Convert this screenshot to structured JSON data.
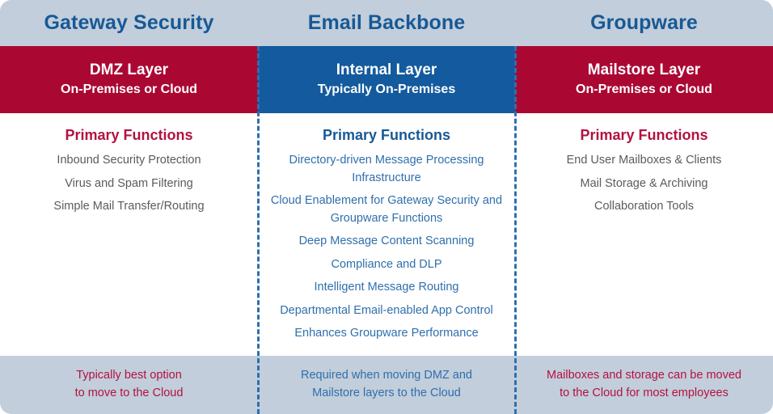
{
  "columns": [
    {
      "title": "Gateway Security",
      "layer_name": "DMZ Layer",
      "layer_sub": "On-Premises or Cloud",
      "functions_heading": "Primary Functions",
      "functions": [
        "Inbound Security Protection",
        "Virus and Spam Filtering",
        "Simple Mail Transfer/Routing"
      ],
      "summary": "Typically best option to move to the Cloud",
      "summary_line1": "Typically best option",
      "summary_line2": "to move to the Cloud"
    },
    {
      "title": "Email Backbone",
      "layer_name": "Internal Layer",
      "layer_sub": "Typically On-Premises",
      "functions_heading": "Primary Functions",
      "functions": [
        "Directory-driven Message Processing Infrastructure",
        "Cloud Enablement for Gateway Security and Groupware Functions",
        "Deep Message Content Scanning",
        "Compliance and DLP",
        "Intelligent Message Routing",
        "Departmental Email-enabled App Control",
        "Enhances Groupware Performance"
      ],
      "summary": "Required when moving DMZ and Mailstore layers to the Cloud",
      "summary_line1": "Required when moving DMZ and",
      "summary_line2": "Mailstore layers to the Cloud"
    },
    {
      "title": "Groupware",
      "layer_name": "Mailstore Layer",
      "layer_sub": "On-Premises or Cloud",
      "functions_heading": "Primary Functions",
      "functions": [
        "End User Mailboxes & Clients",
        "Mail Storage & Archiving",
        "Collaboration Tools"
      ],
      "summary": "Mailboxes and storage can be moved to the Cloud for most employees",
      "summary_line1": "Mailboxes and storage can be moved",
      "summary_line2": "to the Cloud for most employees"
    }
  ],
  "colors": {
    "band_light": "#c2cedb",
    "crimson": "#aa0833",
    "blue": "#135a9e",
    "title_blue": "#175995",
    "heading_crimson": "#b3123f",
    "text_gray": "#5b5b5b",
    "text_blue": "#2f6fad",
    "divider": "#2f6fad",
    "background": "#ffffff"
  }
}
